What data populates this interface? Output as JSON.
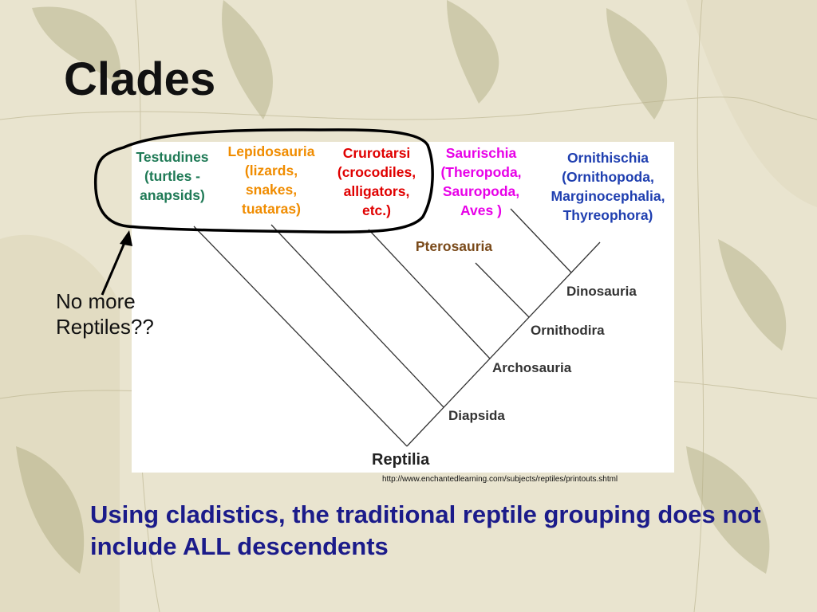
{
  "slide": {
    "title": "Clades",
    "annotation": "No more\nReptiles??",
    "caption": "Using cladistics, the traditional reptile grouping does not include ALL descendents",
    "source_url": "http://www.enchantedlearning.com/subjects/reptiles/printouts.shtml"
  },
  "diagram": {
    "taxa": [
      {
        "label": "Testudines\n(turtles -\nanapsids)",
        "color": "#1f7a56"
      },
      {
        "label": "Lepidosauria\n(lizards,\nsnakes,\ntuataras)",
        "color": "#f08c00"
      },
      {
        "label": "Crurotarsi\n(crocodiles,\nalligators,\netc.)",
        "color": "#e00000"
      },
      {
        "label": "Saurischia\n(Theropoda,\nSauropoda,\nAves )",
        "color": "#e800e8"
      },
      {
        "label": "Pterosauria",
        "color": "#7a4a1a"
      },
      {
        "label": "Ornithischia\n(Ornithopoda,\nMarginocephalia,\nThyreophora)",
        "color": "#1f3fb0"
      }
    ],
    "nodes": {
      "root": "Reptilia",
      "diapsida": "Diapsida",
      "archosauria": "Archosauria",
      "ornithodira": "Ornithodira",
      "dinosauria": "Dinosauria"
    }
  },
  "colors": {
    "line": "#333333",
    "outline": "#000000",
    "caption": "#1b1b8a"
  }
}
